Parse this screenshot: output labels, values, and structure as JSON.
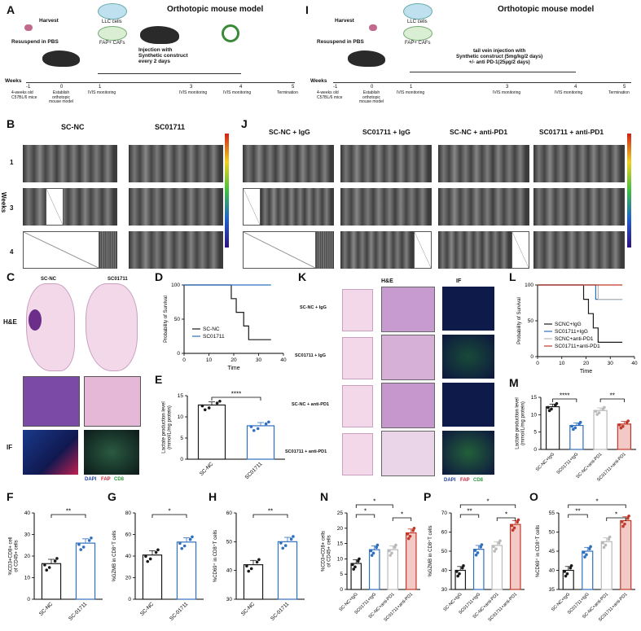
{
  "panels": {
    "A": "A",
    "B": "B",
    "C": "C",
    "D": "D",
    "E": "E",
    "F": "F",
    "G": "G",
    "H": "H",
    "I": "I",
    "J": "J",
    "K": "K",
    "L": "L",
    "M": "M",
    "N": "N",
    "P": "P",
    "O": "O"
  },
  "timeline_left": {
    "title": "Orthotopic  mouse model",
    "harvest": "Harvest",
    "resuspend": "Resuspend in PBS",
    "llc": "LLC cells",
    "fap": "FAP+ CAFs",
    "injection": "Injection with\nSynthetic construct\nevery 2 days",
    "weeks_label": "Weeks",
    "ticks": [
      "-1",
      "0",
      "1",
      "3",
      "4",
      "5"
    ],
    "sub": [
      "4-weeks old\nC57BL/6 mice",
      "Establish\northotopic\nmouse model",
      "IVIS monitoring",
      "IVIS monitoring",
      "IVIS monitoring",
      "Termination"
    ]
  },
  "timeline_right": {
    "title": "Orthotopic  mouse model",
    "harvest": "Harvest",
    "resuspend": "Resuspend in PBS",
    "llc": "LLC cells",
    "fap": "FAP+ CAFs",
    "injection": "tail vein injection with\nSynthetic construct (5mg/kg/2 days)\n+/- anti PD-1(25µg/2 days)",
    "weeks_label": "Weeks",
    "ticks": [
      "-1",
      "0",
      "1",
      "3",
      "4",
      "5"
    ],
    "sub": [
      "4-weeks old\nC57BL/6 mice",
      "Establish\northotopic\nmouse model",
      "IVIS monitoring",
      "IVIS monitoring",
      "IVIS monitoring",
      "Termination"
    ]
  },
  "ivis_left": {
    "groups": [
      "SC-NC",
      "SC01711"
    ],
    "rows": [
      "1",
      "3",
      "4"
    ],
    "axis": "Weeks"
  },
  "ivis_right": {
    "groups": [
      "SC-NC + IgG",
      "SC01711 + IgG",
      "SC-NC + anti-PD1",
      "SC01711 + anti-PD1"
    ]
  },
  "histo_left": {
    "cols": [
      "SC-NC",
      "SC01711"
    ],
    "rows": [
      "H&E",
      "IF"
    ],
    "legend": [
      "DAPI",
      "FAP",
      "CD8"
    ]
  },
  "histo_right": {
    "cols": [
      "H&E",
      "IF"
    ],
    "rows": [
      "SC-NC + IgG",
      "SC01711 + IgG",
      "SC-NC + anti-PD1",
      "SC01711 + anti-PD1"
    ],
    "legend": [
      "DAPI",
      "FAP",
      "CD8"
    ]
  },
  "colors": {
    "nc": "#1a1a1a",
    "sc": "#2f6fc0",
    "light": "#b9b9b9",
    "combo": "#c0392b",
    "dapi": "#1f3fa8",
    "fap": "#d0243c",
    "cd8": "#2a9a3a"
  },
  "chart_data": [
    {
      "id": "D",
      "type": "line",
      "ylabel": "Probability of Survival",
      "xlabel": "Time",
      "xlim": [
        0,
        40
      ],
      "ylim": [
        0,
        100
      ],
      "xticks": [
        0,
        10,
        20,
        30,
        40
      ],
      "yticks": [
        0,
        50,
        100
      ],
      "series": [
        {
          "name": "SC-NC",
          "x": [
            0,
            19,
            19,
            21,
            21,
            24,
            24,
            26,
            26,
            35
          ],
          "y": [
            100,
            100,
            80,
            80,
            60,
            60,
            40,
            40,
            20,
            20
          ]
        },
        {
          "name": "SC01711",
          "x": [
            0,
            35
          ],
          "y": [
            100,
            100
          ]
        }
      ]
    },
    {
      "id": "E",
      "type": "bar",
      "ylabel": "Lactate production level\n(mmol/L/mg protein)",
      "categories": [
        "SC-NC",
        "SC01711"
      ],
      "values": [
        12.8,
        7.9
      ],
      "ylim": [
        0,
        15
      ],
      "yticks": [
        0,
        5,
        10,
        15
      ],
      "sig": [
        "****"
      ]
    },
    {
      "id": "F",
      "type": "bar",
      "ylabel": "%CD3+CD8+ cell\nof CD45+ cells",
      "categories": [
        "SC-NC",
        "SC-01711"
      ],
      "values": [
        16.5,
        26
      ],
      "ylim": [
        0,
        40
      ],
      "yticks": [
        0,
        10,
        20,
        30,
        40
      ],
      "sig": [
        "**"
      ]
    },
    {
      "id": "G",
      "type": "bar",
      "ylabel": "%GZMB in CD8⁺T cells",
      "categories": [
        "SC-NC",
        "SC-01711"
      ],
      "values": [
        41,
        53
      ],
      "ylim": [
        0,
        80
      ],
      "yticks": [
        0,
        20,
        40,
        60,
        80
      ],
      "sig": [
        "*"
      ]
    },
    {
      "id": "H",
      "type": "bar",
      "ylabel": "%CD69⁺ in CD8⁺T cells",
      "categories": [
        "SC-NC",
        "SC-01711"
      ],
      "values": [
        42,
        50
      ],
      "ylim": [
        30,
        60
      ],
      "yticks": [
        30,
        40,
        50,
        60
      ],
      "sig": [
        "**"
      ]
    },
    {
      "id": "L",
      "type": "line",
      "ylabel": "Probability of Survival",
      "xlabel": "Time",
      "xlim": [
        0,
        40
      ],
      "ylim": [
        0,
        100
      ],
      "xticks": [
        0,
        10,
        20,
        30,
        40
      ],
      "yticks": [
        0,
        50,
        100
      ],
      "series": [
        {
          "name": "SCNC+IgG",
          "x": [
            0,
            19,
            19,
            21,
            21,
            23,
            23,
            25,
            25,
            35
          ],
          "y": [
            100,
            100,
            80,
            80,
            60,
            60,
            40,
            40,
            20,
            20
          ]
        },
        {
          "name": "SC01711+IgG",
          "x": [
            0,
            24,
            24,
            35
          ],
          "y": [
            100,
            100,
            80,
            80
          ]
        },
        {
          "name": "SCNC+anti-PD1",
          "x": [
            0,
            25,
            25,
            35
          ],
          "y": [
            100,
            100,
            80,
            80
          ]
        },
        {
          "name": "SC01711+anti-PD1",
          "x": [
            0,
            35
          ],
          "y": [
            100,
            100
          ]
        }
      ]
    },
    {
      "id": "M",
      "type": "bar",
      "ylabel": "Lactate production level\n(mmol/L/mg protein)",
      "categories": [
        "SC-NC+IgG",
        "SC01711+IgG",
        "SC-NC+anti-PD1",
        "SC01711+anti-PD1"
      ],
      "values": [
        12.3,
        6.9,
        11.2,
        7.3
      ],
      "ylim": [
        0,
        15
      ],
      "yticks": [
        0,
        5,
        10,
        15
      ],
      "sig": [
        "****",
        "**"
      ]
    },
    {
      "id": "N",
      "type": "bar",
      "ylabel": "%CD3+CD8+ cells\nof CD45+ cells",
      "categories": [
        "SC-NC+IgG",
        "SC01711+IgG",
        "SC-NC+anti-PD1",
        "SC01711+anti-PD1"
      ],
      "values": [
        8.5,
        13,
        13,
        18.5
      ],
      "ylim": [
        0,
        25
      ],
      "yticks": [
        0,
        5,
        10,
        15,
        20,
        25
      ],
      "sig": [
        "*",
        "*",
        "*"
      ]
    },
    {
      "id": "P",
      "type": "bar",
      "ylabel": "%GZMB in CD8⁺T cells",
      "categories": [
        "SC-NC+IgG",
        "SC01711+IgG",
        "SC-NC+anti-PD1",
        "SC01711+anti-PD1"
      ],
      "values": [
        40,
        51,
        53,
        64
      ],
      "ylim": [
        30,
        70
      ],
      "yticks": [
        30,
        40,
        50,
        60,
        70
      ],
      "sig": [
        "**",
        "*",
        "*"
      ]
    },
    {
      "id": "O",
      "type": "bar",
      "ylabel": "%CD69⁺ in CD8⁺T cells",
      "categories": [
        "SC-NC+IgG",
        "SC01711+IgG",
        "SC-NC+anti-PD1",
        "SC01711+anti-PD1"
      ],
      "values": [
        40,
        45,
        47.5,
        53
      ],
      "ylim": [
        35,
        55
      ],
      "yticks": [
        35,
        40,
        45,
        50,
        55
      ],
      "sig": [
        "**",
        "*",
        "*"
      ]
    }
  ]
}
